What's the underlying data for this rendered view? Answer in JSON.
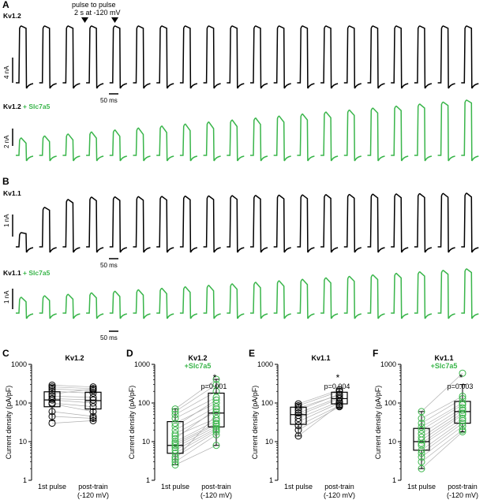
{
  "panel_letters": [
    "A",
    "B",
    "C",
    "D",
    "E",
    "F"
  ],
  "annotation": {
    "line1": "pulse to pulse",
    "line2": "2 s at -120 mV"
  },
  "traces": {
    "kv12": {
      "label": "Kv1.2",
      "amp_scale": "4 nA",
      "time_scale": "50 ms",
      "color": "#000000"
    },
    "kv12_slc": {
      "label_a": "Kv1.2",
      "label_b": " + Slc7a5",
      "amp_scale": "2 nA",
      "color": "#39b54a"
    },
    "kv11": {
      "label": "Kv1.1",
      "amp_scale": "1 nA",
      "time_scale": "50 ms",
      "color": "#000000"
    },
    "kv11_slc": {
      "label_a": "Kv1.1",
      "label_b": " + Slc7a5",
      "amp_scale": "1 nA",
      "time_scale": "50 ms",
      "color": "#39b54a"
    }
  },
  "chart_data": [
    {
      "type": "box-paired",
      "panel": "C",
      "title": "Kv1.2",
      "subtitle": "",
      "ylabel": "Current density (pA/pF)",
      "yscale": "log",
      "ylim": [
        1,
        1000
      ],
      "yticks": [
        "1",
        "10",
        "100",
        "1000"
      ],
      "categories": [
        "1st pulse",
        "post-train\n(-120 mV)"
      ],
      "color": "#000000",
      "pairs": [
        [
          290,
          260
        ],
        [
          260,
          235
        ],
        [
          230,
          210
        ],
        [
          200,
          180
        ],
        [
          170,
          230
        ],
        [
          150,
          140
        ],
        [
          130,
          120
        ],
        [
          120,
          100
        ],
        [
          100,
          80
        ],
        [
          95,
          60
        ],
        [
          60,
          45
        ],
        [
          45,
          40
        ],
        [
          30,
          35
        ]
      ],
      "box": [
        {
          "q1": 80,
          "median": 120,
          "q3": 195,
          "whisker_low": 35,
          "whisker_high": 290
        },
        {
          "q1": 70,
          "median": 115,
          "q3": 190,
          "whisker_low": 35,
          "whisker_high": 270
        }
      ],
      "pvalue": "",
      "star": ""
    },
    {
      "type": "box-paired",
      "panel": "D",
      "title": "Kv1.2",
      "subtitle": "+Slc7a5",
      "ylabel": "Current density (pA/pF)",
      "yscale": "log",
      "ylim": [
        1,
        1000
      ],
      "yticks": [
        "1",
        "10",
        "100",
        "1000"
      ],
      "categories": [
        "1st pulse",
        "post-train\n(-120 mV)"
      ],
      "color": "#39b54a",
      "pairs": [
        [
          70,
          410
        ],
        [
          60,
          300
        ],
        [
          50,
          200
        ],
        [
          40,
          140
        ],
        [
          30,
          100
        ],
        [
          25,
          120
        ],
        [
          20,
          80
        ],
        [
          16,
          60
        ],
        [
          14,
          40
        ],
        [
          12,
          70
        ],
        [
          10,
          35
        ],
        [
          9,
          30
        ],
        [
          8,
          28
        ],
        [
          7,
          25
        ],
        [
          6,
          22
        ],
        [
          5,
          20
        ],
        [
          4,
          18
        ],
        [
          3.5,
          50
        ],
        [
          3,
          15
        ],
        [
          2.5,
          8
        ]
      ],
      "box": [
        {
          "q1": 5,
          "median": 8,
          "q3": 33,
          "whisker_low": 2.5,
          "whisker_high": 70
        },
        {
          "q1": 24,
          "median": 55,
          "q3": 180,
          "whisker_low": 8,
          "whisker_high": 410
        }
      ],
      "pvalue": "p=0.001",
      "star": "*"
    },
    {
      "type": "box-paired",
      "panel": "E",
      "title": "Kv1.1",
      "subtitle": "",
      "ylabel": "Current density (pA/pF)",
      "yscale": "log",
      "ylim": [
        1,
        1000
      ],
      "yticks": [
        "1",
        "10",
        "100",
        "1000"
      ],
      "categories": [
        "1st pulse",
        "post-train\n(-120 mV)"
      ],
      "color": "#000000",
      "pairs": [
        [
          95,
          220
        ],
        [
          85,
          200
        ],
        [
          75,
          160
        ],
        [
          65,
          170
        ],
        [
          55,
          140
        ],
        [
          48,
          130
        ],
        [
          40,
          110
        ],
        [
          33,
          100
        ],
        [
          26,
          85
        ],
        [
          20,
          80
        ],
        [
          14,
          90
        ]
      ],
      "box": [
        {
          "q1": 28,
          "median": 50,
          "q3": 78,
          "whisker_low": 14,
          "whisker_high": 95
        },
        {
          "q1": 95,
          "median": 130,
          "q3": 190,
          "whisker_low": 78,
          "whisker_high": 230
        }
      ],
      "pvalue": "p=0.004",
      "star": "*"
    },
    {
      "type": "box-paired",
      "panel": "F",
      "title": "Kv1.1",
      "subtitle": "+Slc7a5",
      "ylabel": "Current density (pA/pF)",
      "yscale": "log",
      "ylim": [
        1,
        1000
      ],
      "yticks": [
        "1",
        "10",
        "100",
        "1000"
      ],
      "categories": [
        "1st pulse",
        "post-train\n(-120 mV)"
      ],
      "color": "#39b54a",
      "pairs": [
        [
          60,
          590
        ],
        [
          40,
          150
        ],
        [
          30,
          130
        ],
        [
          24,
          100
        ],
        [
          20,
          90
        ],
        [
          16,
          75
        ],
        [
          13,
          65
        ],
        [
          11,
          55
        ],
        [
          9,
          50
        ],
        [
          8,
          40
        ],
        [
          6,
          35
        ],
        [
          5,
          30
        ],
        [
          4,
          25
        ],
        [
          3,
          20
        ],
        [
          2,
          18
        ]
      ],
      "box": [
        {
          "q1": 6,
          "median": 10,
          "q3": 22,
          "whisker_low": 2,
          "whisker_high": 60
        },
        {
          "q1": 30,
          "median": 60,
          "q3": 110,
          "whisker_low": 18,
          "whisker_high": 300
        }
      ],
      "pvalue": "p=0.003",
      "star": "*"
    }
  ]
}
